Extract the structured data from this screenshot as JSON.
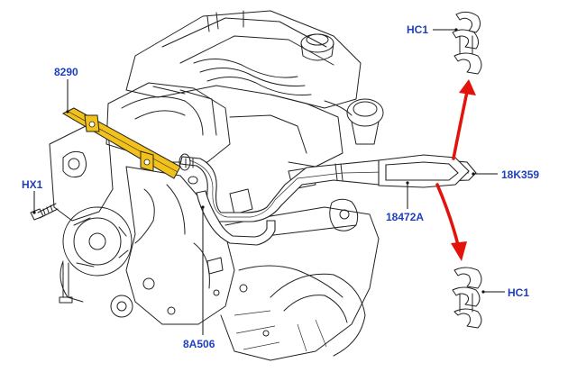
{
  "colors": {
    "callout_text": "#1f3fbf",
    "highlight_part": "#f2c21b",
    "arrow": "#e3120b",
    "line": "#222222"
  },
  "callouts": {
    "hc1_top": "HC1",
    "part_8290": "8290",
    "hx1": "HX1",
    "part_18k359": "18K359",
    "part_18472a": "18472A",
    "hc1_bottom": "HC1",
    "part_8a506": "8A506"
  }
}
